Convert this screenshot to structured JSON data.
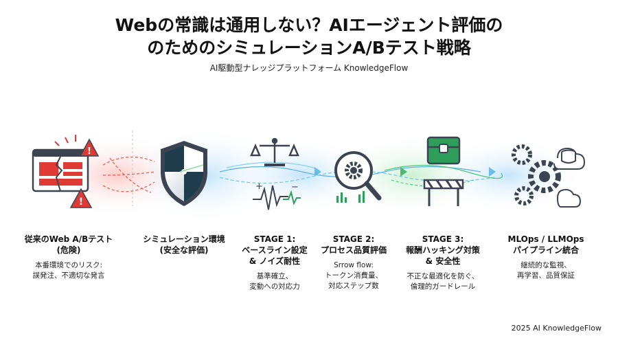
{
  "header": {
    "title_line1": "Webの常識は通用しない？AIエージェント評価の",
    "title_line2": "のためのシミュレーションA/Bテスト戦略",
    "subtitle": "AI駆動型ナレッジプラットフォーム KnowledgeFlow"
  },
  "stages": [
    {
      "title_line1": "従来のWeb A/Bテスト",
      "title_line2": "(危険)",
      "desc_line1": "本番環境でのリスク:",
      "desc_line2": "誤発注、不適切な発言",
      "icon": "broken-browser-warning-icon"
    },
    {
      "title_line1": "シミュレーション環境",
      "title_line2": "(安全な評価)",
      "desc_line1": "",
      "desc_line2": "",
      "icon": "shield-icon"
    },
    {
      "title_line1": "STAGE 1:",
      "title_line2": "ベースライン設定",
      "title_line3": "& ノイズ耐性",
      "desc_line1": "基準確立、",
      "desc_line2": "変動への対応力",
      "icon": "balance-scale-icon"
    },
    {
      "title_line1": "STAGE 2:",
      "title_line2": "プロセス品質評価",
      "desc_line1": "Srrow flow:",
      "desc_line2": "トークン消費量、",
      "desc_line3": "対応ステップ数",
      "icon": "magnifier-gear-icon"
    },
    {
      "title_line1": "STAGE 3:",
      "title_line2": "報酬ハッキング対策",
      "title_line3": "& 安全性",
      "desc_line1": "不正な最適化を防ぐ、",
      "desc_line2": "倫理的ガードレール",
      "icon": "locked-chest-barrier-icon"
    },
    {
      "title_line1": "MLOps / LLMOps",
      "title_line2": "パイプライン統合",
      "desc_line1": "継続的な監視、",
      "desc_line2": "再学習、品質保証",
      "icon": "gears-cloud-database-icon"
    }
  ],
  "footer": {
    "text": "2025 AI KnowledgeFlow"
  },
  "colors": {
    "danger": "#e03a34",
    "safe": "#2f8fd9",
    "stage_green": "#2e9e5a",
    "icon_dark": "#3b4450"
  }
}
